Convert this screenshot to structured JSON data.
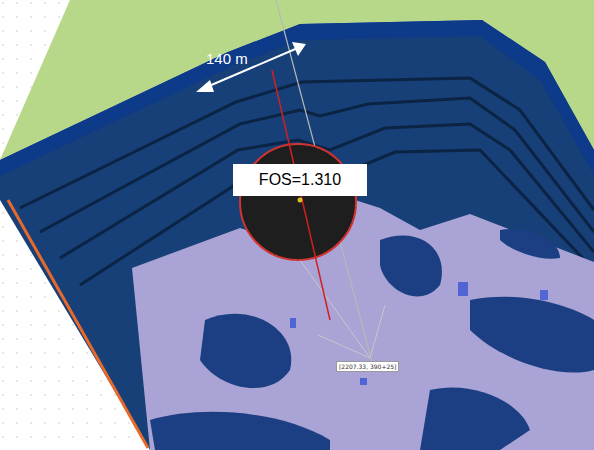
{
  "diagram": {
    "nodes": [
      {
        "text": [
          "FOS=1.310"
        ]
      },
      {
        "text": [
          "[2207.33, 390+25]"
        ]
      }
    ],
    "labels": [
      "140 m"
    ]
  }
}
